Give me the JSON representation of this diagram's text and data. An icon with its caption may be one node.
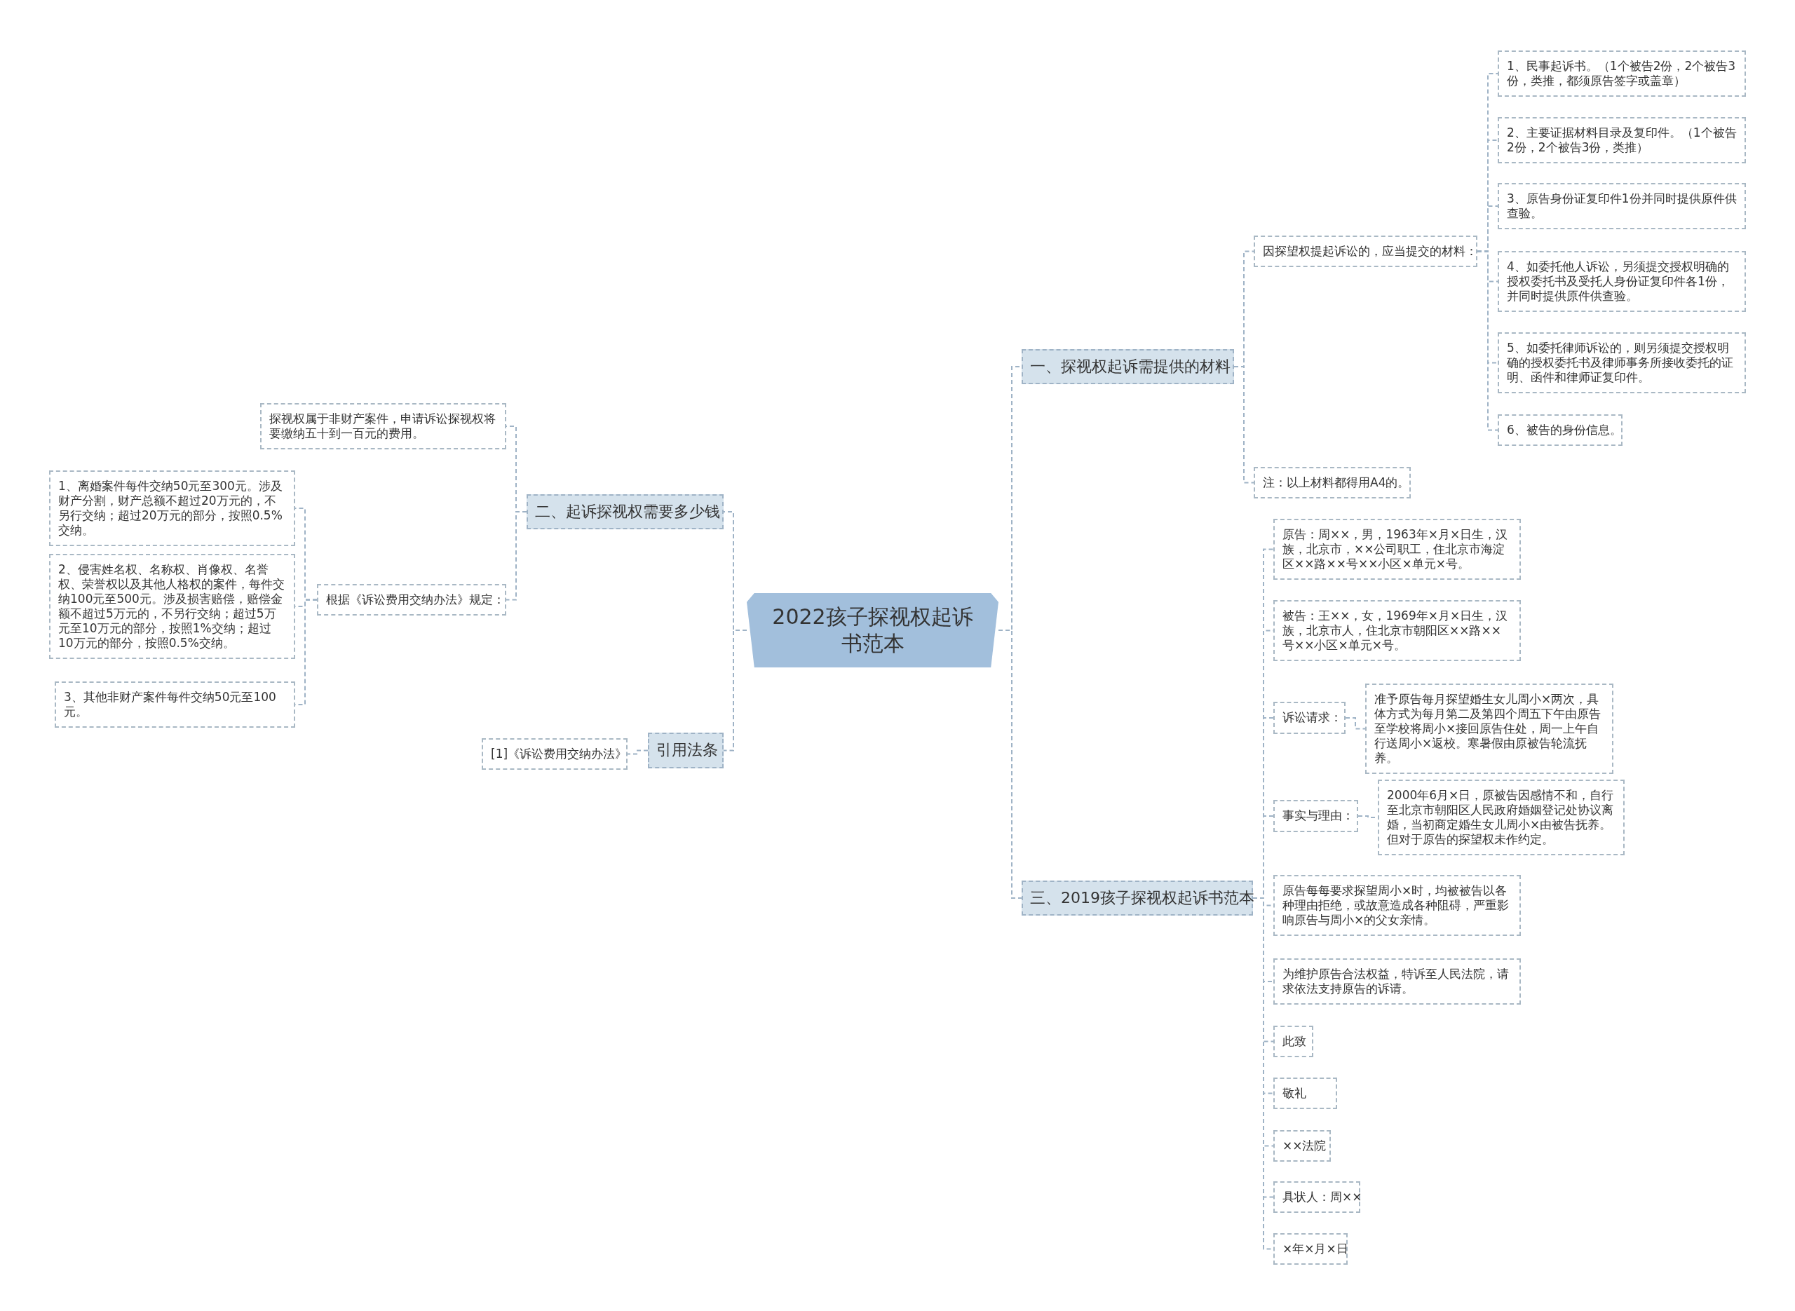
{
  "diagram": {
    "nodes": [
      {
        "text": [
          "2022孩子探视权起诉书范本"
        ]
      },
      {
        "text": [
          "一、探视权起诉需提供的材料"
        ]
      },
      {
        "text": [
          "因探望权提起诉讼的，应当提交的材料："
        ]
      },
      {
        "text": [
          "1、民事起诉书。（1个被告2份，2个被告3份，类推，都须原告签字或盖章）"
        ]
      },
      {
        "text": [
          "2、主要证据材料目录及复印件。（1个被告2份，2个被告3份，类推）"
        ]
      },
      {
        "text": [
          "3、原告身份证复印件1份并同时提供原件供查验。"
        ]
      },
      {
        "text": [
          "4、如委托他人诉讼，另须提交授权明确的授权委托书及受托人身份证复印件各1份，并同时提供原件供查验。"
        ]
      },
      {
        "text": [
          "5、如委托律师诉讼的，则另须提交授权明确的授权委托书及律师事务所接收委托的证明、函件和律师证复印件。"
        ]
      },
      {
        "text": [
          "6、被告的身份信息。"
        ]
      },
      {
        "text": [
          "注：以上材料都得用A4的。"
        ]
      },
      {
        "text": [
          "二、起诉探视权需要多少钱"
        ]
      },
      {
        "text": [
          "探视权属于非财产案件，申请诉讼探视权将要缴纳五十到一百元的费用。"
        ]
      },
      {
        "text": [
          "根据《诉讼费用交纳办法》规定："
        ]
      },
      {
        "text": [
          "1、离婚案件每件交纳50元至300元。涉及财产分割，财产总额不超过20万元的，不另行交纳；超过20万元的部分，按照0.5%交纳。"
        ]
      },
      {
        "text": [
          "2、侵害姓名权、名称权、肖像权、名誉权、荣誉权以及其他人格权的案件，每件交纳100元至500元。涉及损害赔偿，赔偿金额不超过5万元的，不另行交纳；超过5万元至10万元的部分，按照1%交纳；超过10万元的部分，按照0.5%交纳。"
        ]
      },
      {
        "text": [
          "3、其他非财产案件每件交纳50元至100元。"
        ]
      },
      {
        "text": [
          "引用法条"
        ]
      },
      {
        "text": [
          "[1]《诉讼费用交纳办法》"
        ]
      },
      {
        "text": [
          "三、2019孩子探视权起诉书范本"
        ]
      },
      {
        "text": [
          "原告：周××，男，1963年×月×日生，汉族，北京市，××公司职工，住北京市海淀区××路××号××小区×单元×号。"
        ]
      },
      {
        "text": [
          "被告：王××，女，1969年×月×日生，汉族，北京市人，住北京市朝阳区××路××号××小区×单元×号。"
        ]
      },
      {
        "text": [
          "诉讼请求："
        ]
      },
      {
        "text": [
          "准予原告每月探望婚生女儿周小×两次，具体方式为每月第二及第四个周五下午由原告至学校将周小×接回原告住处，周一上午自行送周小×返校。寒暑假由原被告轮流抚养。"
        ]
      },
      {
        "text": [
          "事实与理由："
        ]
      },
      {
        "text": [
          "2000年6月×日，原被告因感情不和，自行至北京市朝阳区人民政府婚姻登记处协议离婚，当初商定婚生女儿周小×由被告抚养。但对于原告的探望权未作约定。"
        ]
      },
      {
        "text": [
          "原告每每要求探望周小×时，均被被告以各种理由拒绝，或故意造成各种阻碍，严重影响原告与周小×的父女亲情。"
        ]
      },
      {
        "text": [
          "为维护原告合法权益，特诉至人民法院，请求依法支持原告的诉请。"
        ]
      },
      {
        "text": [
          "此致"
        ]
      },
      {
        "text": [
          "敬礼"
        ]
      },
      {
        "text": [
          "××法院"
        ]
      },
      {
        "text": [
          "具状人：周××"
        ]
      },
      {
        "text": [
          "×年×月×日"
        ]
      }
    ],
    "edges": [
      {
        "from": 0,
        "to": 1,
        "arrow": "none"
      },
      {
        "from": 1,
        "to": 2,
        "arrow": "none"
      },
      {
        "from": 2,
        "to": 3,
        "arrow": "none"
      },
      {
        "from": 2,
        "to": 4,
        "arrow": "none"
      },
      {
        "from": 2,
        "to": 5,
        "arrow": "none"
      },
      {
        "from": 2,
        "to": 6,
        "arrow": "none"
      },
      {
        "from": 2,
        "to": 7,
        "arrow": "none"
      },
      {
        "from": 2,
        "to": 8,
        "arrow": "none"
      },
      {
        "from": 1,
        "to": 9,
        "arrow": "none"
      },
      {
        "from": 0,
        "to": 10,
        "arrow": "none"
      },
      {
        "from": 10,
        "to": 11,
        "arrow": "none"
      },
      {
        "from": 10,
        "to": 12,
        "arrow": "none"
      },
      {
        "from": 12,
        "to": 13,
        "arrow": "none"
      },
      {
        "from": 12,
        "to": 14,
        "arrow": "none"
      },
      {
        "from": 12,
        "to": 15,
        "arrow": "none"
      },
      {
        "from": 0,
        "to": 16,
        "arrow": "none"
      },
      {
        "from": 16,
        "to": 17,
        "arrow": "none"
      },
      {
        "from": 0,
        "to": 18,
        "arrow": "none"
      },
      {
        "from": 18,
        "to": 19,
        "arrow": "none"
      },
      {
        "from": 18,
        "to": 20,
        "arrow": "none"
      },
      {
        "from": 18,
        "to": 21,
        "arrow": "none"
      },
      {
        "from": 21,
        "to": 22,
        "arrow": "none"
      },
      {
        "from": 18,
        "to": 23,
        "arrow": "none"
      },
      {
        "from": 23,
        "to": 24,
        "arrow": "none"
      },
      {
        "from": 18,
        "to": 25,
        "arrow": "none"
      },
      {
        "from": 18,
        "to": 26,
        "arrow": "none"
      },
      {
        "from": 18,
        "to": 27,
        "arrow": "none"
      },
      {
        "from": 18,
        "to": 28,
        "arrow": "none"
      },
      {
        "from": 18,
        "to": 29,
        "arrow": "none"
      },
      {
        "from": 18,
        "to": 30,
        "arrow": "none"
      },
      {
        "from": 18,
        "to": 31,
        "arrow": "none"
      }
    ]
  }
}
